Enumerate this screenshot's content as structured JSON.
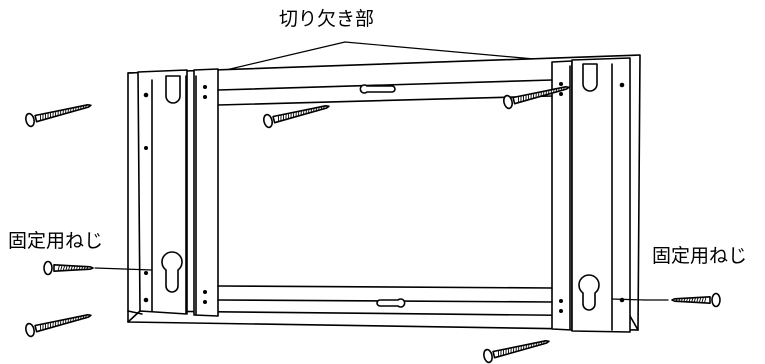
{
  "labels": {
    "notch": "切り欠き部",
    "screw_left": "固定用ねじ",
    "screw_right": "固定用ねじ"
  },
  "colors": {
    "line": "#000000",
    "fill": "#ffffff"
  }
}
